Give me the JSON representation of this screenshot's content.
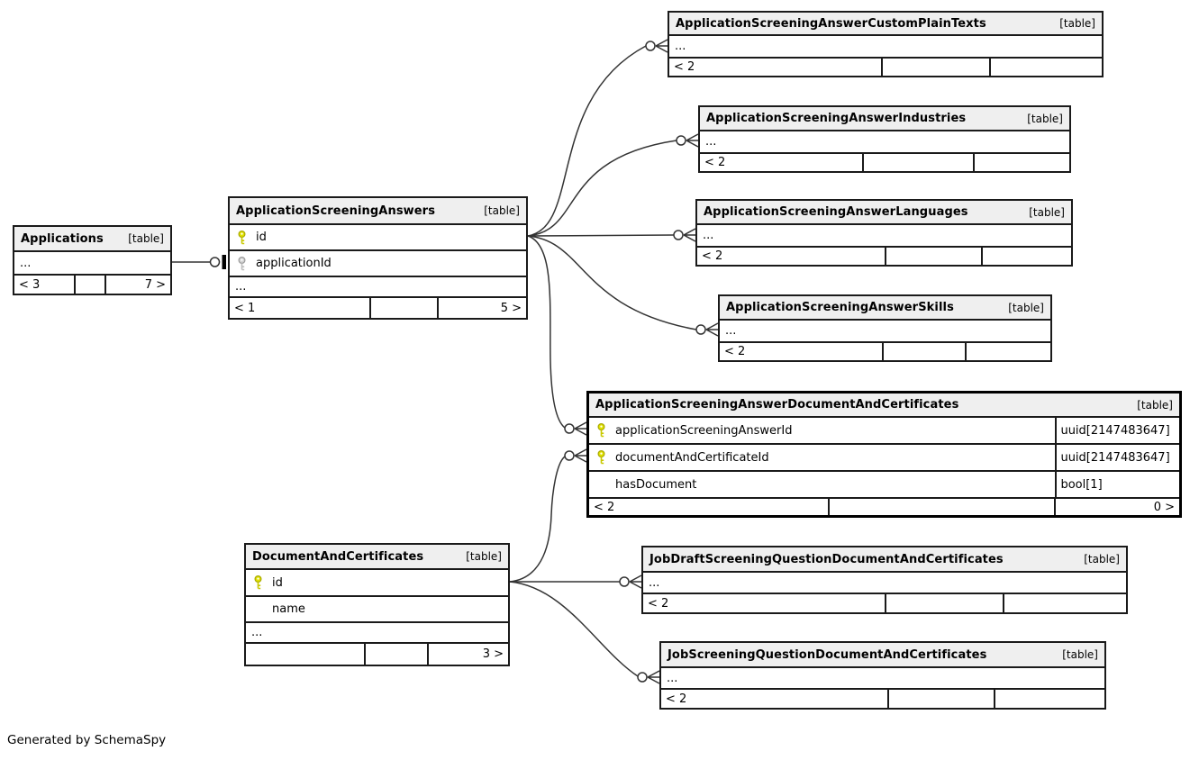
{
  "note": "Generated by SchemaSpy",
  "labels": {
    "table_tag": "[table]"
  },
  "colors": {
    "header_bg": "#efefef",
    "border": "#1a1a1a",
    "relationship_line": "#333333",
    "primary_key": "#e3e300",
    "foreign_key": "#d4d4d4"
  },
  "tables": {
    "applications": {
      "title": "Applications",
      "rows": [
        {
          "name": "..."
        }
      ],
      "footer": [
        "< 3",
        "",
        "7 >"
      ]
    },
    "asa": {
      "title": "ApplicationScreeningAnswers",
      "rows": [
        {
          "name": "id",
          "key": "primary"
        },
        {
          "name": "applicationId",
          "key": "foreign"
        },
        {
          "name": "..."
        }
      ],
      "footer": [
        "< 1",
        "",
        "5 >"
      ]
    },
    "custom_plain_texts": {
      "title": "ApplicationScreeningAnswerCustomPlainTexts",
      "rows": [
        {
          "name": "..."
        }
      ],
      "footer": [
        "< 2",
        "",
        ""
      ]
    },
    "industries": {
      "title": "ApplicationScreeningAnswerIndustries",
      "rows": [
        {
          "name": "..."
        }
      ],
      "footer": [
        "< 2",
        "",
        ""
      ]
    },
    "languages": {
      "title": "ApplicationScreeningAnswerLanguages",
      "rows": [
        {
          "name": "..."
        }
      ],
      "footer": [
        "< 2",
        "",
        ""
      ]
    },
    "skills": {
      "title": "ApplicationScreeningAnswerSkills",
      "rows": [
        {
          "name": "..."
        }
      ],
      "footer": [
        "< 2",
        "",
        ""
      ]
    },
    "asa_doc_cert": {
      "title": "ApplicationScreeningAnswerDocumentAndCertificates",
      "rows": [
        {
          "name": "applicationScreeningAnswerId",
          "type": "uuid[2147483647]",
          "key": "primary"
        },
        {
          "name": "documentAndCertificateId",
          "type": "uuid[2147483647]",
          "key": "primary"
        },
        {
          "name": "hasDocument",
          "type": "bool[1]"
        }
      ],
      "footer": [
        "< 2",
        "",
        "0 >"
      ]
    },
    "doc_cert": {
      "title": "DocumentAndCertificates",
      "rows": [
        {
          "name": "id",
          "key": "primary"
        },
        {
          "name": "name"
        },
        {
          "name": "..."
        }
      ],
      "footer": [
        "",
        "",
        "3 >"
      ]
    },
    "job_draft": {
      "title": "JobDraftScreeningQuestionDocumentAndCertificates",
      "rows": [
        {
          "name": "..."
        }
      ],
      "footer": [
        "< 2",
        "",
        ""
      ]
    },
    "job": {
      "title": "JobScreeningQuestionDocumentAndCertificates",
      "rows": [
        {
          "name": "..."
        }
      ],
      "footer": [
        "< 2",
        "",
        ""
      ]
    }
  }
}
